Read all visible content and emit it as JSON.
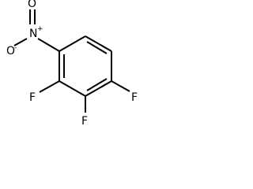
{
  "molecule": {
    "atoms": {
      "nitro_o_top": {
        "symbol": "O"
      },
      "nitro_n": {
        "symbol": "N",
        "charge": "+"
      },
      "nitro_o_left": {
        "symbol": "O",
        "charge": "-"
      },
      "f_left": {
        "symbol": "F"
      },
      "f_bottom": {
        "symbol": "F"
      },
      "f_right": {
        "symbol": "F"
      }
    }
  }
}
